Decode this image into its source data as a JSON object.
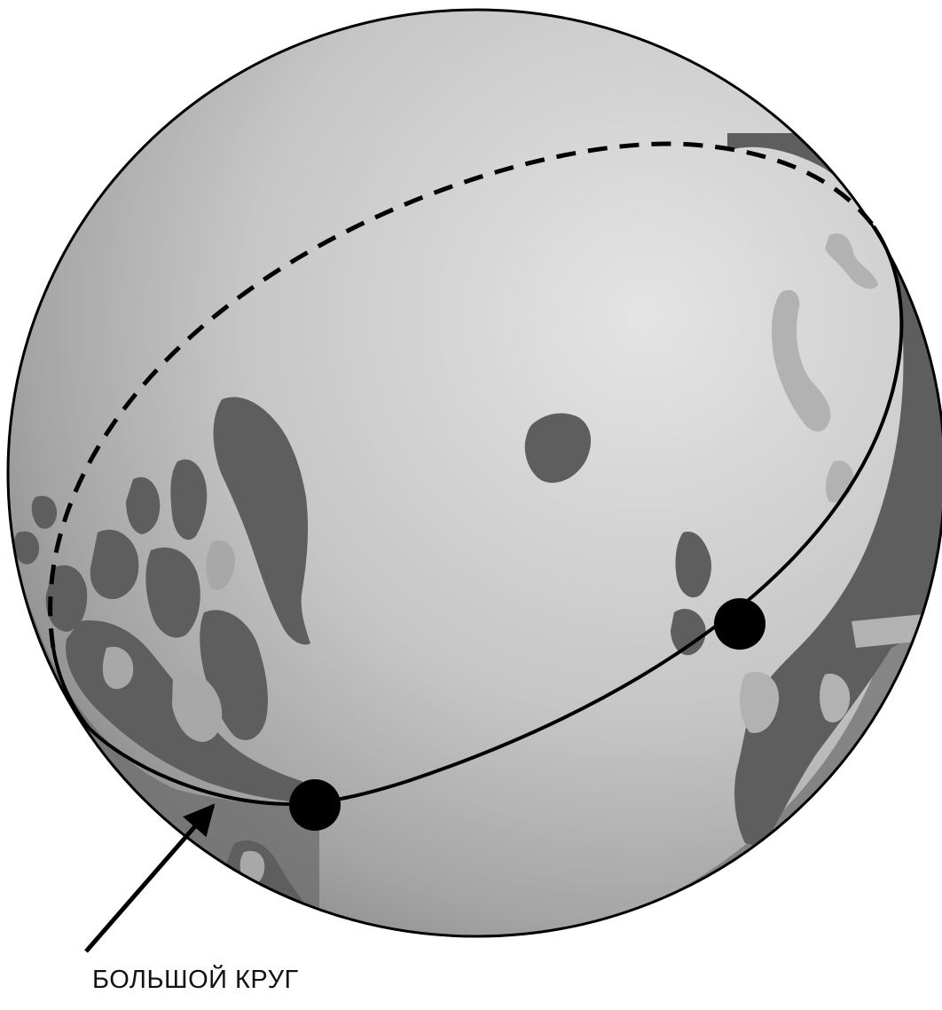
{
  "diagram": {
    "label": "БОЛЬШОЙ КРУГ",
    "colors": {
      "globe_light": "#e2e2e2",
      "globe_mid": "#b4b4b4",
      "globe_dark": "#6e6e6e",
      "land": "#606060",
      "land_light": "#a9a9a9",
      "outline": "#000000",
      "marker": "#000000"
    },
    "elements": {
      "globe": "sphere",
      "great_circle_front": "solid",
      "great_circle_back": "dashed",
      "markers": 2,
      "pointer": "arrow"
    }
  }
}
